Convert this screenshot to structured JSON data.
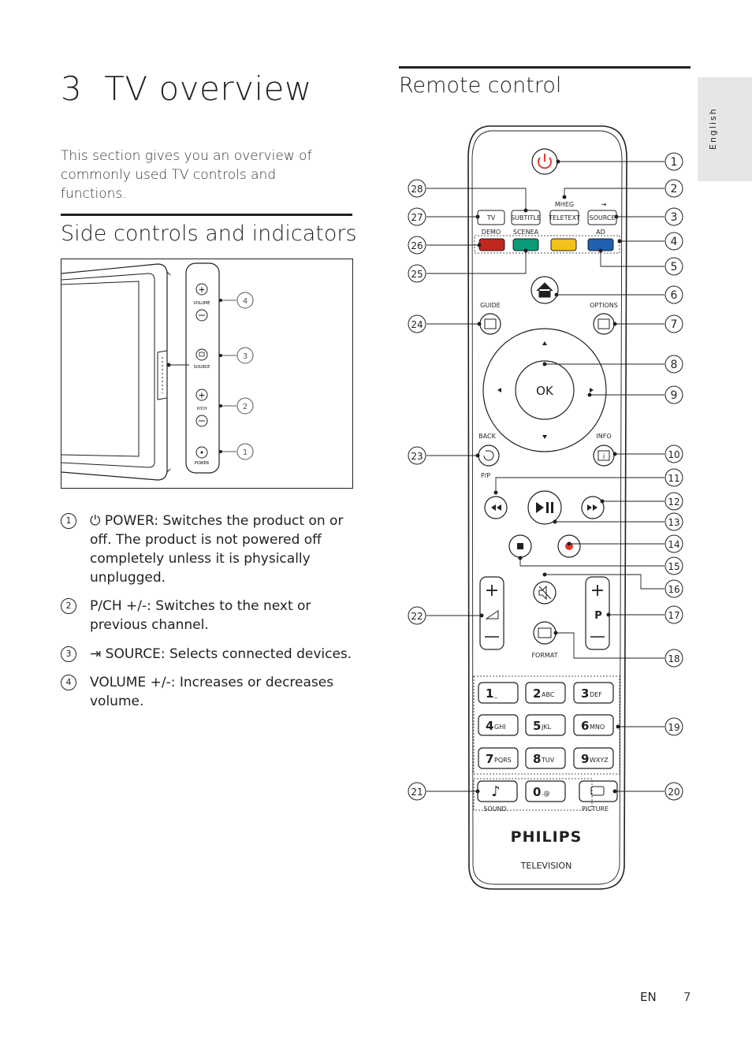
{
  "chapter": {
    "number": "3",
    "title": "TV overview"
  },
  "intro": "This section gives you an overview of commonly used TV controls and functions.",
  "side_controls": {
    "heading": "Side controls and indicators",
    "panel_labels": {
      "volume": "VOLUME",
      "source": "SOURCE",
      "pch": "P/CH",
      "power": "POWER"
    },
    "callouts": [
      "4",
      "3",
      "2",
      "1"
    ],
    "items": [
      {
        "marker": "1",
        "text": "⏻ POWER: Switches the product on or off. The product is not powered off completely unless it is physically unplugged."
      },
      {
        "marker": "2",
        "text": "P/CH +/-: Switches to the next or previous channel."
      },
      {
        "marker": "3",
        "text": "⇥ SOURCE: Selects connected devices."
      },
      {
        "marker": "4",
        "text": "VOLUME +/-: Increases or decreases volume."
      }
    ]
  },
  "remote": {
    "heading": "Remote control",
    "labels": {
      "mheg": "MHEG",
      "tv": "TV",
      "subtitle": "SUBTITLE",
      "teletext": "TELETEXT",
      "source": "SOURCE",
      "demo": "DEMO",
      "scenea": "SCENEA",
      "ad": "AD",
      "guide": "GUIDE",
      "options": "OPTIONS",
      "ok": "OK",
      "back": "BACK",
      "info": "INFO",
      "pp": "P/P",
      "format": "FORMAT",
      "p": "P",
      "sound": "SOUND",
      "picture": "PICTURE",
      "brand": "PHILIPS",
      "television": "TELEVISION"
    },
    "numpad": [
      {
        "digit": "1",
        "letters": "_"
      },
      {
        "digit": "2",
        "letters": "ABC"
      },
      {
        "digit": "3",
        "letters": "DEF"
      },
      {
        "digit": "4",
        "letters": "GHI"
      },
      {
        "digit": "5",
        "letters": "JKL"
      },
      {
        "digit": "6",
        "letters": "MNO"
      },
      {
        "digit": "7",
        "letters": "PQRS"
      },
      {
        "digit": "8",
        "letters": "TUV"
      },
      {
        "digit": "9",
        "letters": "WXYZ"
      },
      {
        "digit": "0",
        "letters": ".@"
      }
    ],
    "color_keys": {
      "red": "#c0281f",
      "green": "#0b9a7a",
      "yellow": "#f2c21c",
      "blue": "#1f5fb0"
    },
    "callouts_right": [
      "1",
      "2",
      "3",
      "4",
      "5",
      "6",
      "7",
      "8",
      "9",
      "10",
      "11",
      "12",
      "13",
      "14",
      "15",
      "16",
      "17",
      "18",
      "19",
      "20"
    ],
    "callouts_left": [
      "28",
      "27",
      "26",
      "25",
      "24",
      "23",
      "22",
      "21"
    ]
  },
  "language_tab": "English",
  "footer": {
    "lang": "EN",
    "page": "7"
  }
}
